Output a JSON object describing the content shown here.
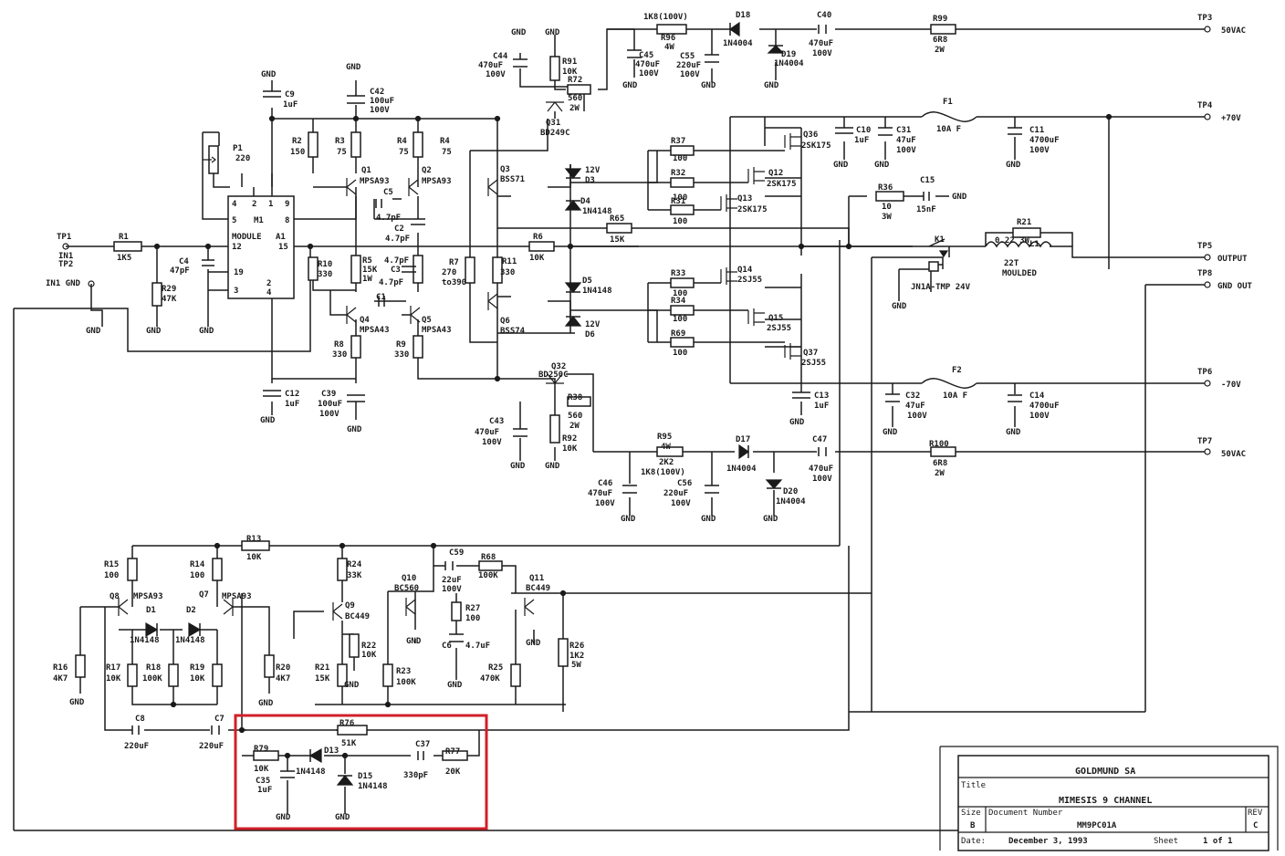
{
  "highlight_color": "#d0202a",
  "terminals": {
    "tp1": "TP1",
    "in1": "IN1",
    "tp2": "TP2",
    "in1_gnd": "IN1 GND",
    "tp3": "TP3",
    "tp3_lbl": "50VAC",
    "tp4": "TP4",
    "tp4_lbl": "+70V",
    "tp5": "TP5",
    "tp5_lbl": "OUTPUT",
    "tp8": "TP8",
    "tp8_lbl": "GND OUT",
    "tp6": "TP6",
    "tp6_lbl": "-70V",
    "tp7": "TP7",
    "tp7_lbl": "50VAC"
  },
  "module": {
    "name": "MODULE",
    "ref": "M1",
    "ref2": "A1",
    "pins": [
      "4",
      "2",
      "1",
      "9",
      "5",
      "8",
      "12",
      "15",
      "19",
      "3",
      "2",
      "4"
    ]
  },
  "gnd": "GND",
  "parts": {
    "r1": "R1",
    "r1v": "1K5",
    "c4": "C4",
    "c4v": "47pF",
    "r29": "R29",
    "r29v": "47K",
    "p1": "P1",
    "p1v": "220",
    "c9": "C9",
    "c9v": "1uF",
    "c42": "C42",
    "c42v1": "100uF",
    "c42v2": "100V",
    "r2": "R2",
    "r2v": "150",
    "r3": "R3",
    "r3v": "75",
    "r4": "R4",
    "r4v": "75",
    "q1": "Q1",
    "q1v": "MPSA93",
    "q2": "Q2",
    "q2v": "MPSA93",
    "c5": "C5",
    "c5v": "4.7pF",
    "c2": "C2",
    "c2v": "4.7pF",
    "r10": "R10",
    "r10v": "330",
    "r5": "R5",
    "r5v1": "15K",
    "r5v2": "1W",
    "c3": "C3",
    "c3v": "4.7pF",
    "c3v2": "4.7pF",
    "c1": "C1",
    "q4": "Q4",
    "q4v": "MPSA43",
    "q5": "Q5",
    "q5v": "MPSA43",
    "r8": "R8",
    "r8v": "330",
    "r9": "R9",
    "r9v": "330",
    "c12": "C12",
    "c12v": "1uF",
    "c39": "C39",
    "c39v1": "100uF",
    "c39v2": "100V",
    "c44": "C44",
    "c44v1": "470uF",
    "c44v2": "100V",
    "r91": "R91",
    "r91v": "10K",
    "r72": "R72",
    "r72v1": "560",
    "r72v2": "2W",
    "q31": "Q31",
    "q31v": "BD249C",
    "r96v1": "1K8(100V)",
    "r96": "R96",
    "r96v2": "4W",
    "c45": "C45",
    "c45v1": "470uF",
    "c45v2": "100V",
    "c55": "C55",
    "c55v1": "220uF",
    "c55v2": "100V",
    "d18": "D18",
    "d18v": "1N4004",
    "d19": "D19",
    "d19v": "1N4004",
    "c40": "C40",
    "c40v1": "470uF",
    "c40v2": "100V",
    "r99": "R99",
    "r99v1": "6R8",
    "r99v2": "2W",
    "q3": "Q3",
    "q3v": "BSS71",
    "d3": "D3",
    "d3v": "12V",
    "d4": "D4",
    "d4v": "1N4148",
    "r4_": "R4",
    "r4v_": "75",
    "r7": "R7",
    "r7v1": "270",
    "r7v2": "to390",
    "r11": "R11",
    "r11v": "330",
    "r6": "R6",
    "r6v": "10K",
    "r65": "R65",
    "r65v": "15K",
    "d5": "D5",
    "d5v": "1N4148",
    "d6": "D6",
    "d6v": "12V",
    "q6": "Q6",
    "q6v": "BSS74",
    "q32": "Q32",
    "q32v": "BD250C",
    "r38": "R38",
    "r38v1": "560",
    "r38v2": "2W",
    "c43": "C43",
    "c43v1": "470uF",
    "c43v2": "100V",
    "r92": "R92",
    "r92v": "10K",
    "r95": "R95",
    "r95v1": "4W",
    "r95v2": "2K2",
    "r95v3": "1K8(100V)",
    "c46": "C46",
    "c46v1": "470uF",
    "c46v2": "100V",
    "c56": "C56",
    "c56v1": "220uF",
    "c56v2": "100V",
    "d17": "D17",
    "d17v": "1N4004",
    "d20": "D20",
    "d20v": "1N4004",
    "c47": "C47",
    "c47v1": "470uF",
    "c47v2": "100V",
    "r100": "R100",
    "r100v1": "6R8",
    "r100v2": "2W",
    "r37": "R37",
    "r37v": "100",
    "r32": "R32",
    "r32v": "100",
    "r31": "R31",
    "r31v": "100",
    "q36": "Q36",
    "q36v": "2SK175",
    "q12": "Q12",
    "q12v": "2SK175",
    "q13": "Q13",
    "q13v": "2SK175",
    "c10": "C10",
    "c10v": "1uF",
    "c31": "C31",
    "c31v1": "47uF",
    "c31v2": "100V",
    "f1": "F1",
    "f1v": "10A F",
    "c11": "C11",
    "c11v1": "4700uF",
    "c11v2": "100V",
    "r36": "R36",
    "r36v1": "10",
    "r36v2": "3W",
    "c15": "C15",
    "c15v": "15nF",
    "r21_": "R21",
    "r21v_": "0.22 3W",
    "l1": "L1",
    "l1v1": "22T",
    "l1v2": "MOULDED",
    "k1": "K1",
    "k1v": "JN1A-TMP 24V",
    "r33": "R33",
    "r33v": "100",
    "r34": "R34",
    "r34v": "100",
    "r69": "R69",
    "r69v": "100",
    "q14": "Q14",
    "q14v": "2SJ55",
    "q15": "Q15",
    "q15v": "2SJ55",
    "q37": "Q37",
    "q37v": "2SJ55",
    "c13": "C13",
    "c13v": "1uF",
    "c32": "C32",
    "c32v1": "47uF",
    "c32v2": "100V",
    "f2": "F2",
    "f2v": "10A F",
    "c14": "C14",
    "c14v1": "4700uF",
    "c14v2": "100V",
    "r13": "R13",
    "r13v": "10K",
    "r15": "R15",
    "r15v": "100",
    "r14": "R14",
    "r14v": "100",
    "q8": "Q8",
    "q8v": "MPSA93",
    "q7": "Q7",
    "q7v": "MPSA93",
    "d1": "D1",
    "d2": "D2",
    "d1v": "1N4148",
    "d2v": "1N4148",
    "r24": "R24",
    "r24v": "33K",
    "q9": "Q9",
    "q9v": "BC449",
    "c59": "C59",
    "c59v1": "22uF",
    "c59v2": "100V",
    "r68": "R68",
    "r68v": "100K",
    "q10": "Q10",
    "q10v": "BC560",
    "q11": "Q11",
    "q11v": "BC449",
    "r27": "R27",
    "r27v": "100",
    "c6": "C6",
    "c6v": "4.7uF",
    "r16": "R16",
    "r16v": "4K7",
    "r17": "R17",
    "r17v": "10K",
    "r18": "R18",
    "r18v": "100K",
    "r19": "R19",
    "r19v": "10K",
    "r20": "R20",
    "r20v": "4K7",
    "r21": "R21",
    "r21v": "15K",
    "r22": "R22",
    "r22v": "10K",
    "r23": "R23",
    "r23v": "100K",
    "r25": "R25",
    "r25v": "470K",
    "r26": "R26",
    "r26v1": "1K2",
    "r26v2": "5W",
    "c8": "C8",
    "c8v": "220uF",
    "c7": "C7",
    "c7v": "220uF",
    "r76": "R76",
    "r76v": "51K",
    "r79": "R79",
    "r79v": "10K",
    "c35": "C35",
    "c35v": "1uF",
    "d13": "D13",
    "d13v": "1N4148",
    "d15": "D15",
    "d15v": "1N4148",
    "c37": "C37",
    "c37v": "330pF",
    "r77": "R77",
    "r77v": "20K"
  },
  "title_block": {
    "company": "GOLDMUND SA",
    "title_label": "Title",
    "title": "MIMESIS 9 CHANNEL",
    "size_label": "Size",
    "size": "B",
    "docnum_label": "Document Number",
    "docnum": "MM9PC01A",
    "rev_label": "REV",
    "rev": "C",
    "date_label": "Date:",
    "date": "December  3, 1993",
    "sheet_label": "Sheet",
    "sheet": "1  of  1"
  }
}
